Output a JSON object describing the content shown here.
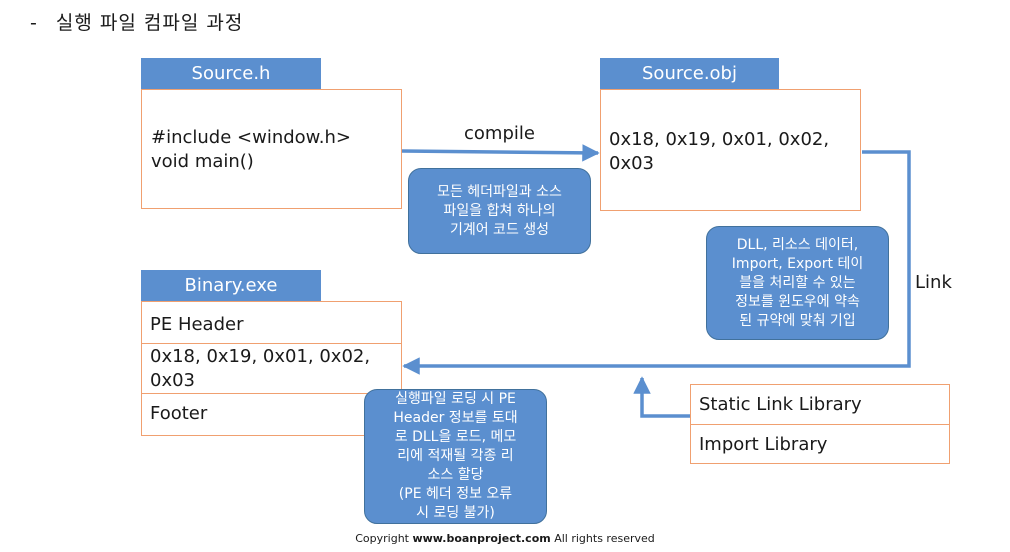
{
  "title": {
    "bullet": "-",
    "text": "실행 파일 컴파일 과정"
  },
  "source_h": {
    "tab": "Source.h",
    "line1": "#include <window.h>",
    "line2": "void main()"
  },
  "source_obj": {
    "tab": "Source.obj",
    "line1": "0x18, 0x19, 0x01, 0x02,",
    "line2": "0x03"
  },
  "binary_exe": {
    "tab": "Binary.exe",
    "header": "PE Header",
    "data_line1": "0x18, 0x19, 0x01, 0x02,",
    "data_line2": "0x03",
    "footer": "Footer"
  },
  "libraries": {
    "static": "Static Link Library",
    "import": "Import Library"
  },
  "labels": {
    "compile": "compile",
    "link": "Link"
  },
  "callouts": {
    "compile_note": [
      "모든 헤더파일과 소스",
      "파일을 합쳐 하나의",
      "기계어 코드 생성"
    ],
    "link_note": [
      "DLL, 리소스 데이터,",
      "Import, Export 테이",
      "블을 처리할 수 있는",
      "정보를 윈도우에 약속",
      "된 규약에 맞춰 기입"
    ],
    "loader_note": [
      "실행파일 로딩 시 PE",
      "Header 정보를 토대",
      "로 DLL을 로드, 메모",
      "리에 적재될 각종 리",
      "소스 할당",
      "(PE 헤더 정보 오류",
      "시 로딩 불가)"
    ]
  },
  "copyright": {
    "prefix": "Copyright",
    "site": "www.boanproject.com",
    "suffix": "All rights reserved"
  },
  "colors": {
    "accent_blue": "#5b8fcf",
    "connector": "#5b8fcf",
    "box_border": "#f0a070"
  }
}
